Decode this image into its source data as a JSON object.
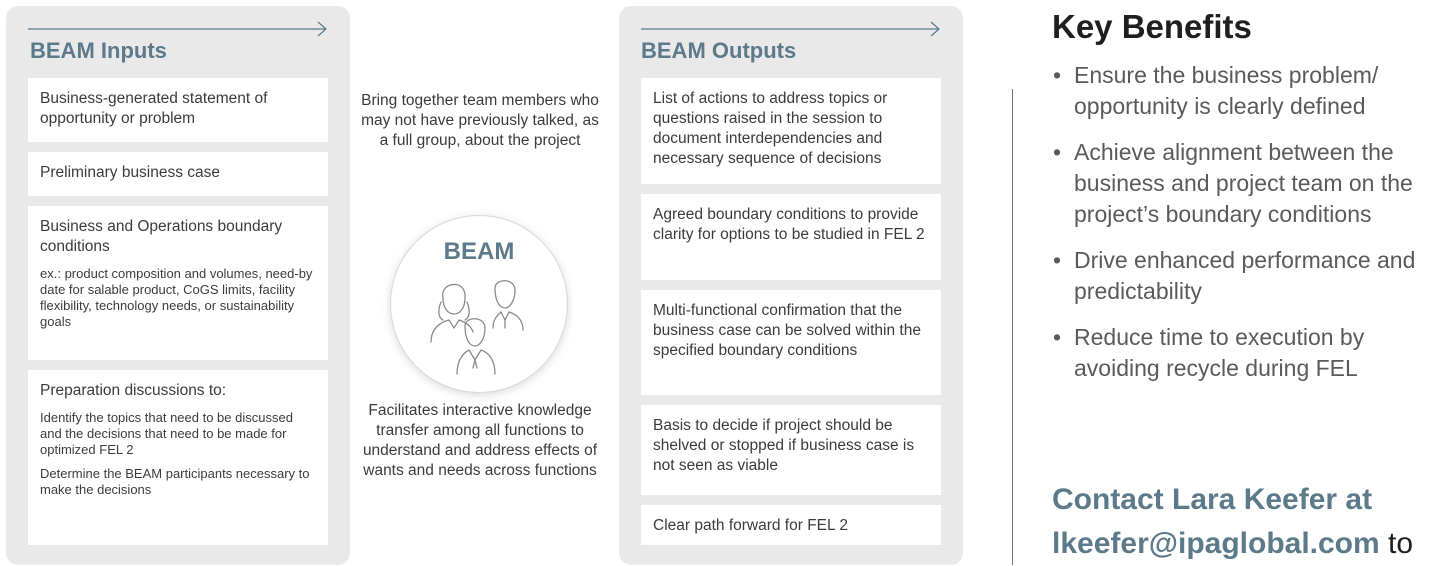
{
  "inputs": {
    "title": "BEAM Inputs",
    "items": [
      {
        "text": "Business-generated statement of opportunity or problem"
      },
      {
        "text": "Preliminary business case"
      },
      {
        "text": "Business and Operations boundary conditions",
        "note": "ex.: product composition and volumes, need-by date for salable product, CoGS limits, facility flexibility, technology needs, or sustainability goals"
      },
      {
        "text": "Preparation discussions to:",
        "sub": [
          "Identify the topics that need to be discussed and the decisions that need to be made for optimized FEL 2",
          "Determine the BEAM participants necessary to make the decisions"
        ]
      }
    ]
  },
  "center": {
    "top_text": "Bring together team members who may not have previously talked, as a full group, about the project",
    "label": "BEAM",
    "icon": "people-group-icon",
    "bottom_text": "Facilitates interactive knowledge transfer among all functions to understand and address effects of wants and needs across functions"
  },
  "outputs": {
    "title": "BEAM Outputs",
    "items": [
      "List of actions to address topics or questions raised in the session to document interdependencies and necessary sequence of decisions",
      "Agreed boundary conditions to provide clarity for options to be studied in FEL 2",
      "Multi-functional confirmation that the business case can be solved within the specified boundary conditions",
      "Basis to decide if project should be shelved or stopped if business case is not seen as viable",
      "Clear path forward for FEL 2"
    ]
  },
  "benefits": {
    "title": "Key Benefits",
    "bullet": "•",
    "items": [
      "Ensure the business problem/ opportunity is clearly defined",
      "Achieve alignment between the business and project team on the project’s boundary conditions",
      "Drive enhanced performance and predictability",
      "Reduce time to execution by avoiding recycle during FEL"
    ]
  },
  "contact": {
    "line1": "Contact Lara Keefer at",
    "email": "lkeefer@ipaglobal.com",
    "tail": " to"
  },
  "colors": {
    "accent": "#5d7a8a",
    "panel": "#e9e9e9",
    "text": "#3b3b3b"
  }
}
